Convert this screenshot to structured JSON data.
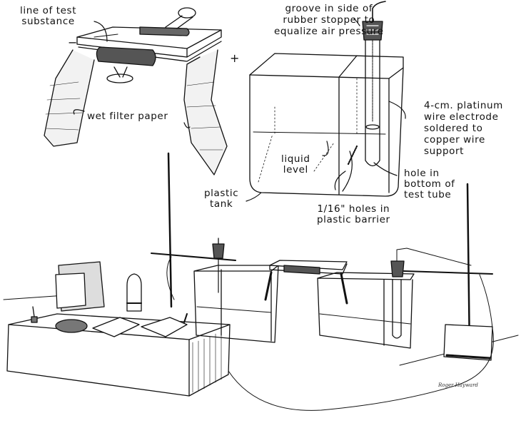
{
  "figure": {
    "type": "technical illustration",
    "subject": "electrophoresis apparatus with plastic tanks, filter paper bridge, electrodes, and power supply",
    "signature": "Roger Hayward"
  },
  "labels": {
    "test_substance": "line of test\nsubstance",
    "filter_paper": "wet filter paper",
    "groove": "groove in side of\nrubber stopper to\nequalize air pressure",
    "electrode": "4-cm. platinum\nwire electrode\nsoldered to\ncopper wire\nsupport",
    "liquid_level": "liquid\nlevel",
    "plastic_tank": "plastic\ntank",
    "hole_test_tube": "hole in\nbottom of\ntest tube",
    "barrier_holes": "1/16\" holes in\nplastic barrier"
  },
  "polarity": {
    "negative": "−",
    "positive": "+"
  }
}
